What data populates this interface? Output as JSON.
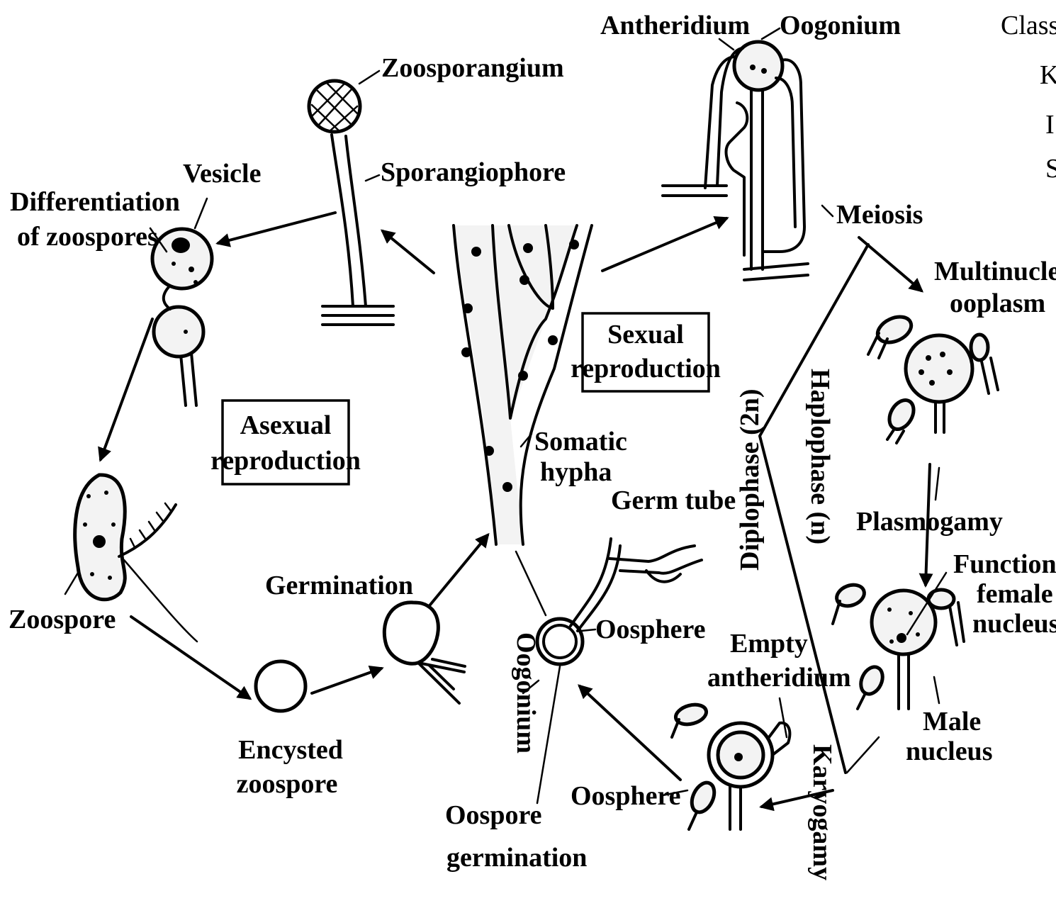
{
  "labels": {
    "zoosporangium": "Zoosporangium",
    "sporangiophore": "Sporangiophore",
    "vesicle": "Vesicle",
    "differentiation_1": "Differentiation",
    "differentiation_2": "of zoospores",
    "asexual_1": "Asexual",
    "asexual_2": "reproduction",
    "zoospore": "Zoospore",
    "encysted_1": "Encysted",
    "encysted_2": "zoospore",
    "germination": "Germination",
    "somatic_1": "Somatic",
    "somatic_2": "hypha",
    "germ_tube": "Germ tube",
    "oosphere_top": "Oosphere",
    "oogonium_vertical": "Oogonium",
    "oospore_1": "Oospore",
    "oospore_2": "germination",
    "sexual_1": "Sexual",
    "sexual_2": "reproduction",
    "antheridium": "Antheridium",
    "oogonium_top": "Oogonium",
    "meiosis": "Meiosis",
    "diplophase": "Diplophase (2n)",
    "haplophase": "Haplophase (n)",
    "multinucleate_1": "Multinucleat",
    "multinucleate_2": "ooplasm",
    "plasmogamy": "Plasmogamy",
    "functional_1": "Functional",
    "functional_2": "female",
    "functional_3": "nucleus",
    "male_1": "Male",
    "male_2": "nucleus",
    "empty_1": "Empty",
    "empty_2": "antheridium",
    "oosphere_bottom": "Oosphere",
    "karyogamy": "Karyogamy",
    "class_partial": "Class",
    "partial_k": "K",
    "partial_i": "I",
    "partial_s": "S"
  }
}
